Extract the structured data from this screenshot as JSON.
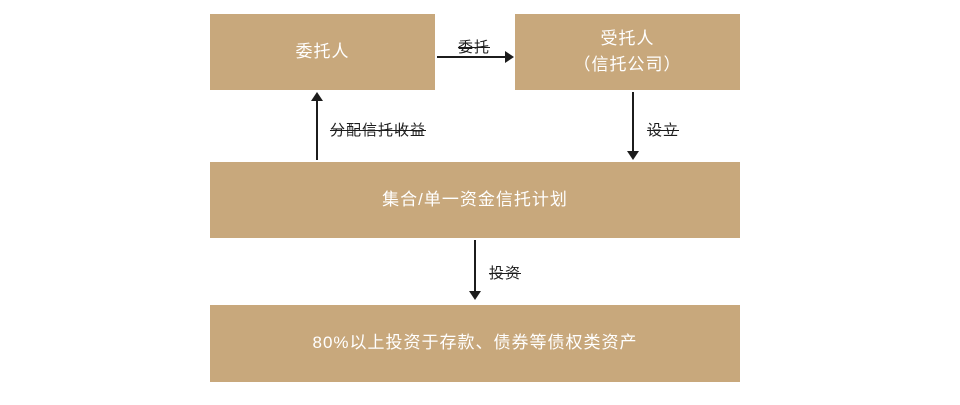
{
  "diagram": {
    "boxes": {
      "principal": {
        "label": "委托人"
      },
      "trustee": {
        "lines": [
          "受托人",
          "（信托公司）"
        ]
      },
      "trust_plan": {
        "label": "集合/单一资金信托计划"
      },
      "underlying_assets": {
        "label": "80%以上投资于存款、债券等债权类资产"
      }
    },
    "arrows": {
      "entrust": {
        "label": "委托",
        "direction": "right"
      },
      "distribute_income": {
        "label": "分配信托收益",
        "direction": "up"
      },
      "establish": {
        "label": "设立",
        "direction": "down"
      },
      "invest": {
        "label": "投资",
        "direction": "down"
      }
    },
    "colors": {
      "background": "#ffffff",
      "box_fill": "#c8a87c",
      "box_text": "#ffffff",
      "arrow": "#1c1c1c",
      "label_text": "#1c1c1c"
    }
  }
}
